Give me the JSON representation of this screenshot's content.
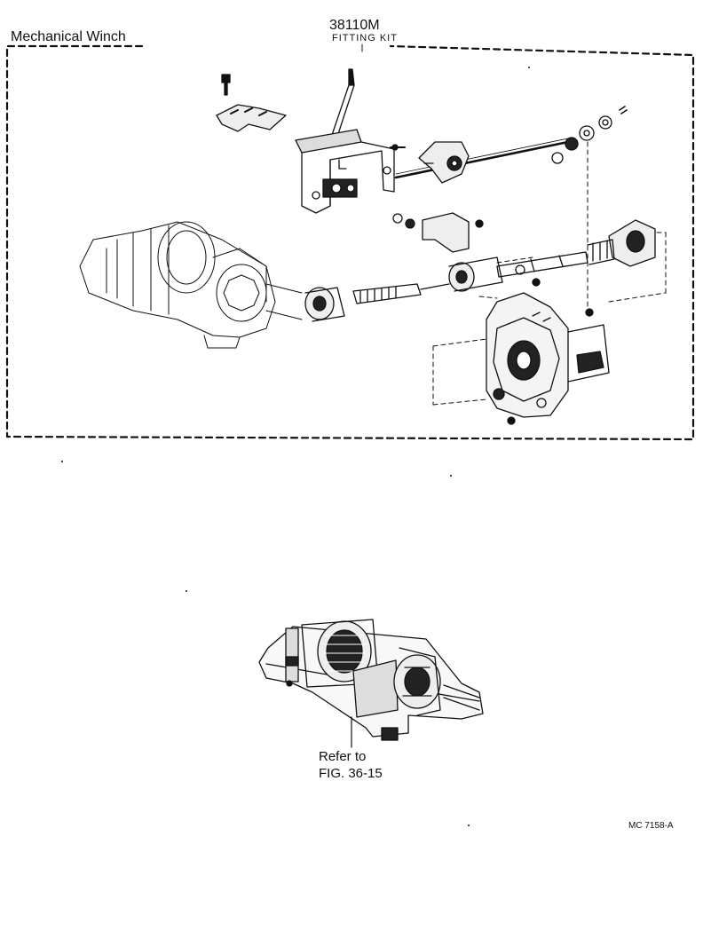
{
  "section": {
    "title": "Mechanical Winch"
  },
  "kit": {
    "part_number": "38110M",
    "name": "FITTING KIT"
  },
  "reference": {
    "line1": "Refer to",
    "line2": "FIG. 36-15"
  },
  "figure_code": "MC  7158-A"
}
